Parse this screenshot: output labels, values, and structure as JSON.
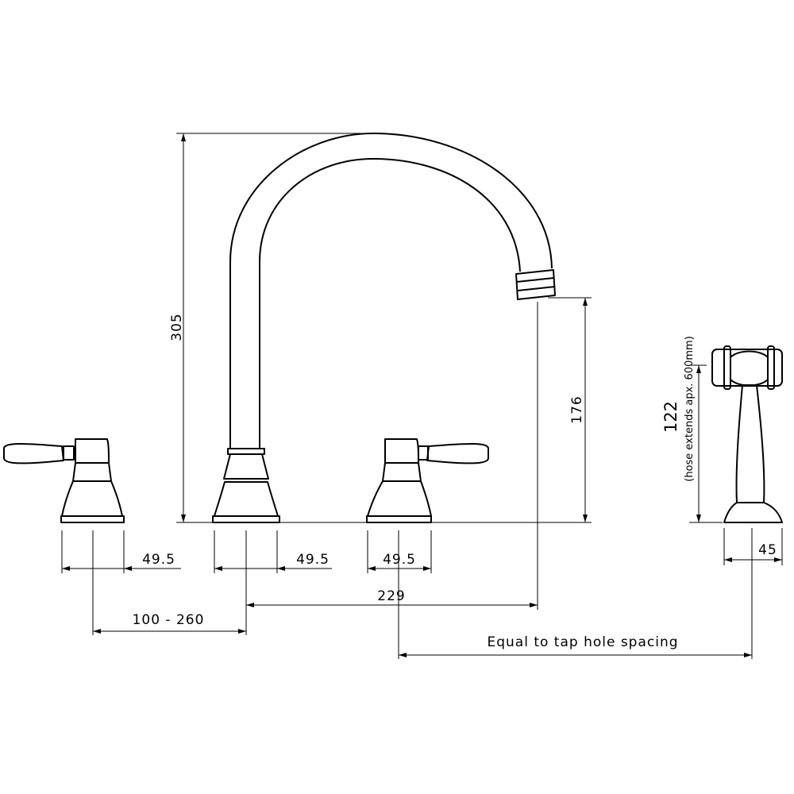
{
  "dimensions": {
    "height_total": "305",
    "spout_clearance": "176",
    "handle_left_width": "49.5",
    "spout_base_width": "49.5",
    "handle_right_width": "49.5",
    "spout_reach": "229",
    "tap_spacing": "100 - 260",
    "spray_spacing": "Equal to tap hole spacing",
    "spray_height": "122",
    "spray_note": "(hose extends apx. 600mm)",
    "spray_base_width": "45"
  }
}
